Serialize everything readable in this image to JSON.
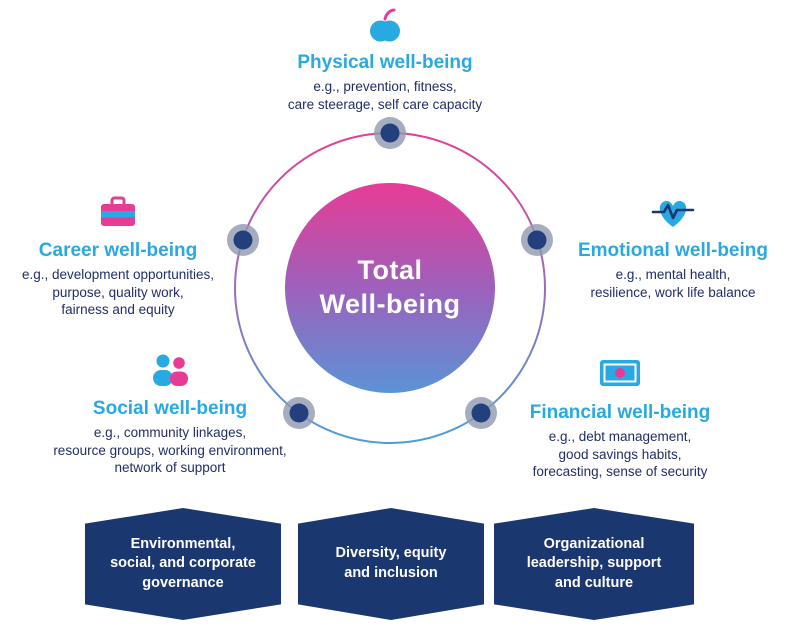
{
  "diagram": {
    "center": {
      "line1": "Total",
      "line2": "Well-being"
    },
    "categories": {
      "physical": {
        "title": "Physical well-being",
        "desc": "e.g., prevention, fitness,\ncare steerage, self care capacity",
        "icon": "apple-icon"
      },
      "emotional": {
        "title": "Emotional well-being",
        "desc": "e.g., mental health,\nresilience, work life balance",
        "icon": "heart-pulse-icon"
      },
      "financial": {
        "title": "Financial well-being",
        "desc": "e.g., debt management,\ngood savings habits,\nforecasting, sense of security",
        "icon": "banknote-icon"
      },
      "social": {
        "title": "Social well-being",
        "desc": "e.g., community linkages,\nresource groups, working environment,\nnetwork of support",
        "icon": "people-icon"
      },
      "career": {
        "title": "Career well-being",
        "desc": "e.g., development opportunities,\npurpose, quality work,\nfairness and equity",
        "icon": "briefcase-icon"
      }
    },
    "banners": [
      {
        "label": "Environmental,\nsocial, and corporate\ngovernance"
      },
      {
        "label": "Diversity, equity\nand inclusion"
      },
      {
        "label": "Organizational\nleadership, support\nand culture"
      }
    ],
    "colors": {
      "accent_blue": "#29a9e1",
      "pink": "#e73c96",
      "navy_text": "#222d66",
      "banner_navy": "#1a3770",
      "ring_blue": "#4a9fd8",
      "node_navy": "#223f7e",
      "node_halo": "#8e99af"
    }
  }
}
